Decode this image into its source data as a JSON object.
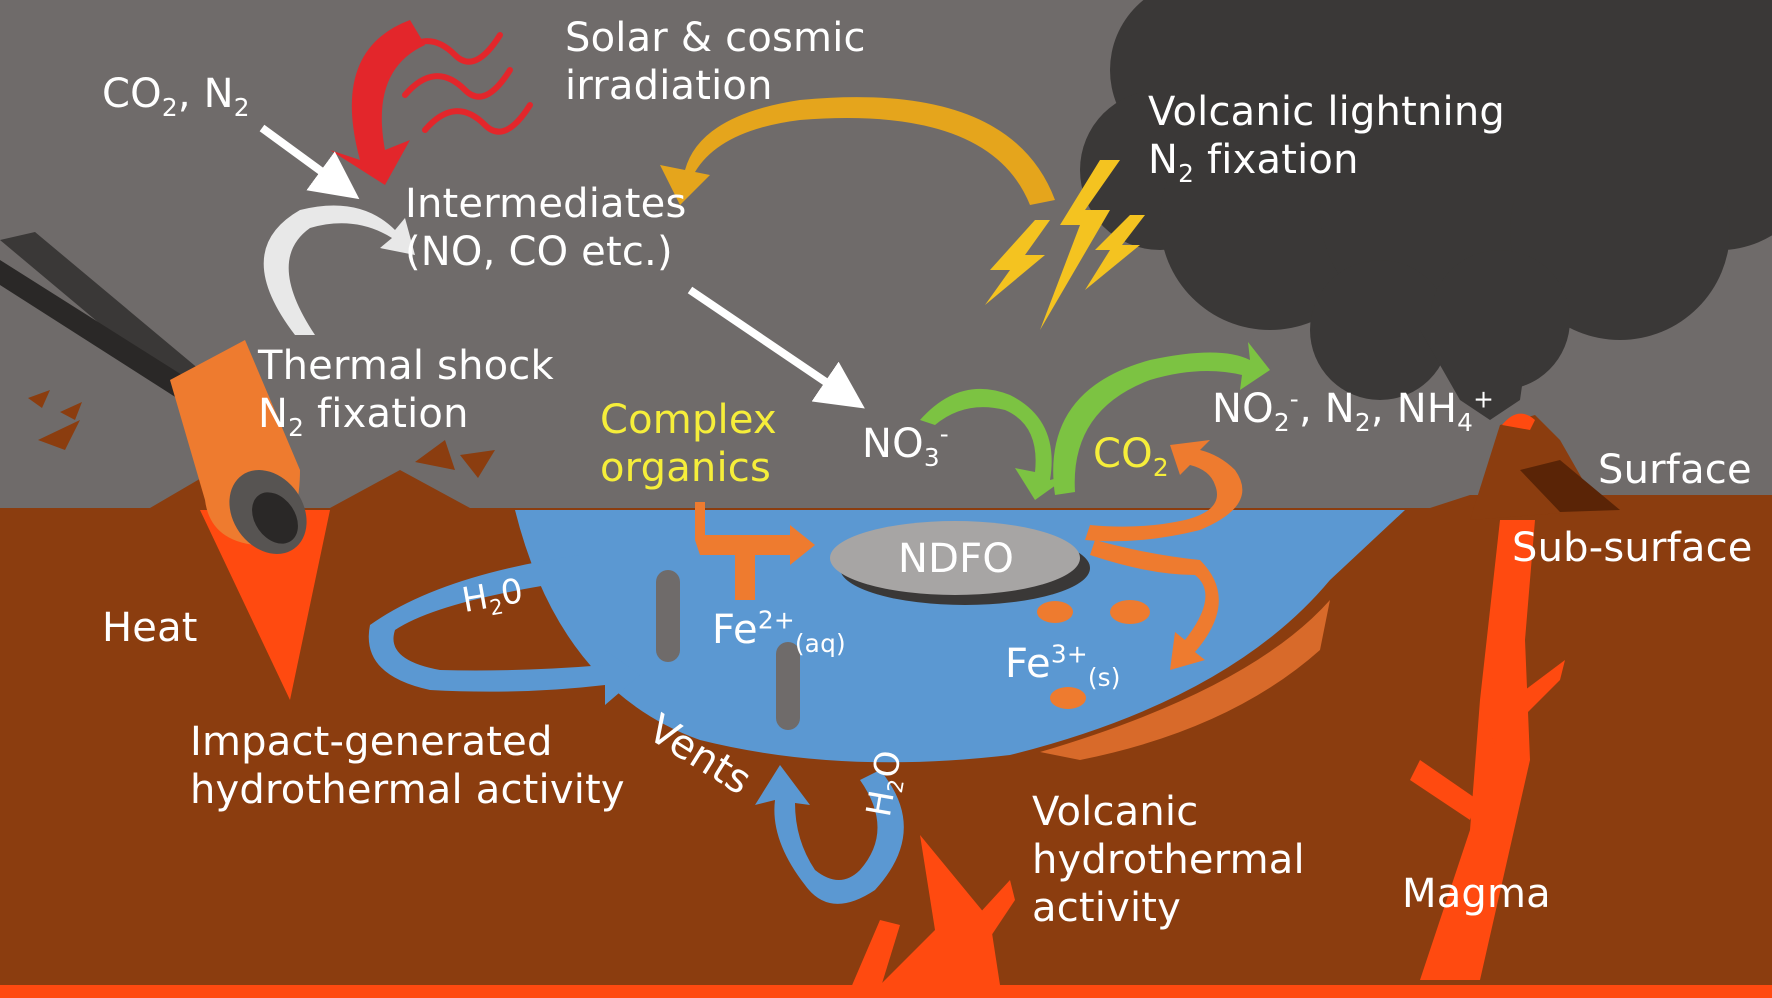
{
  "colors": {
    "sky": "#6f6b6a",
    "cloud": "#3a3837",
    "ground": "#8b3d0f",
    "water": "#5b98d2",
    "lava": "#ff4a10",
    "orange_arrow": "#ee7b2f",
    "green_arrow": "#7cc342",
    "gold_arrow": "#e5a51c",
    "red_arrow": "#e3262b",
    "label_yellow": "#f6ee3a"
  },
  "labels": {
    "co2n2": {
      "a": "CO",
      "a_sub": "2",
      "b": ", N",
      "b_sub": "2"
    },
    "solar": {
      "line1": "Solar & cosmic",
      "line2": "irradiation"
    },
    "lightning": {
      "line1": "Volcanic lightning",
      "line2_a": "N",
      "line2_sub": "2",
      "line2_b": " fixation"
    },
    "intermediates": {
      "line1": "Intermediates",
      "line2": "(NO, CO etc.)"
    },
    "thermal": {
      "line1": "Thermal shock",
      "line2_a": "N",
      "line2_sub": "2",
      "line2_b": " fixation"
    },
    "complex": {
      "line1": "Complex",
      "line2": "organics"
    },
    "no3": {
      "main": "NO",
      "sub": "3",
      "sup": "-"
    },
    "co2": {
      "main": "CO",
      "sub": "2"
    },
    "products": {
      "a": "NO",
      "a_sub": "2",
      "a_sup": "-",
      "b": ", N",
      "b_sub": "2",
      "c": ", NH",
      "c_sub": "4",
      "c_sup": "+"
    },
    "surface": "Surface",
    "subsurface": "Sub-surface",
    "ndfo": "NDFO",
    "fe2": {
      "main": "Fe",
      "sup": "2+",
      "sub": "(aq)"
    },
    "fe3": {
      "main": "Fe",
      "sup": "3+",
      "sub": "(s)"
    },
    "heat": "Heat",
    "h2o_left": {
      "a": "H",
      "sub": "2",
      "b": "0"
    },
    "h2o_bottom": {
      "a": "H",
      "sub": "2",
      "b": "O"
    },
    "vents": "Vents",
    "impact": {
      "line1": "Impact-generated",
      "line2": "hydrothermal activity"
    },
    "volcanic_hydro": {
      "line1": "Volcanic",
      "line2": "hydrothermal",
      "line3": "activity"
    },
    "magma": "Magma"
  }
}
